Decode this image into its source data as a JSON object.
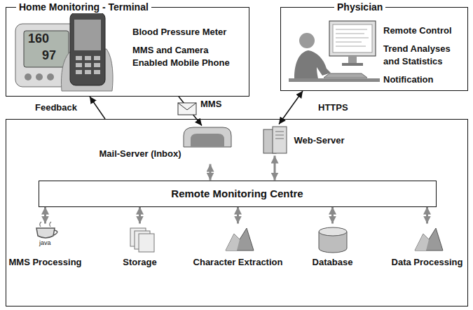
{
  "diagram": {
    "nodes": [
      {
        "text": [
          "Home Monitoring - Terminal",
          "Blood Pressure Meter",
          "MMS and Camera Enabled Mobile Phone"
        ]
      },
      {
        "text": [
          "Physician",
          "Remote Control",
          "Trend Analyses and Statistics",
          "Notification"
        ]
      },
      {
        "text": []
      },
      {
        "text": [
          "Mail-Server (Inbox)"
        ],
        "in": 2
      },
      {
        "text": [
          "Web-Server"
        ],
        "in": 2
      },
      {
        "text": [
          "Remote Monitoring Centre"
        ],
        "in": 2
      },
      {
        "text": [
          "MMS Processing"
        ],
        "in": 2
      },
      {
        "text": [
          "Storage"
        ],
        "in": 2
      },
      {
        "text": [
          "Character Extraction"
        ],
        "in": 2
      },
      {
        "text": [
          "Database"
        ],
        "in": 2
      },
      {
        "text": [
          "Data Processing"
        ],
        "in": 2
      }
    ],
    "edges": [
      {
        "from": 2,
        "to": 0,
        "arrow": "to",
        "label": "Feedback"
      },
      {
        "from": 0,
        "to": 3,
        "arrow": "to",
        "label": "MMS"
      },
      {
        "from": 4,
        "to": 1,
        "arrow": "both",
        "label": "HTTPS"
      },
      {
        "from": 3,
        "to": 5,
        "arrow": "both"
      },
      {
        "from": 4,
        "to": 5,
        "arrow": "both"
      },
      {
        "from": 5,
        "to": 6,
        "arrow": "both"
      },
      {
        "from": 5,
        "to": 7,
        "arrow": "both"
      },
      {
        "from": 5,
        "to": 8,
        "arrow": "both"
      },
      {
        "from": 5,
        "to": 9,
        "arrow": "both"
      },
      {
        "from": 5,
        "to": 10,
        "arrow": "both"
      }
    ],
    "labels": [
      "160",
      "97",
      "java"
    ]
  }
}
